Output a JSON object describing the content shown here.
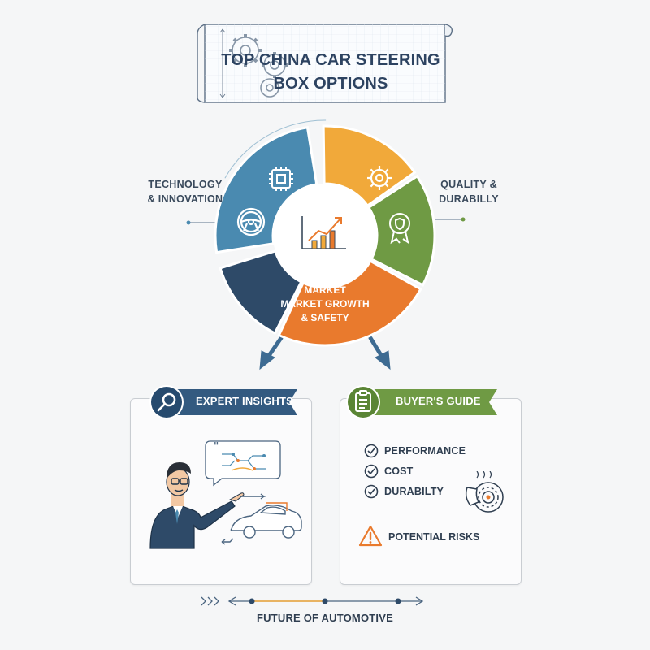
{
  "title": {
    "line1": "TOP CHINA CAR STEERING",
    "line2": "BOX OPTIONS"
  },
  "wheel": {
    "segments": [
      {
        "name": "technology-segment",
        "color": "#4a8ab0",
        "icon": "chip-icon"
      },
      {
        "name": "quality-segment",
        "color": "#f1a93a",
        "icon": "gear-icon"
      },
      {
        "name": "durability-segment",
        "color": "#6f9a44",
        "icon": "badge-icon"
      },
      {
        "name": "market-segment",
        "color": "#e97a2d",
        "icon": ""
      },
      {
        "name": "safety-segment",
        "color": "#2e4a68",
        "icon": "steering-wheel-icon"
      }
    ],
    "center_icon": "growth-chart-icon",
    "labels": {
      "tech_line1": "TECHNOLOGY",
      "tech_line2": "& INNOVATION",
      "quality_line1": "QUALITY &",
      "quality_line2": "DURABILLY",
      "market_line1": "MARKET",
      "market_line2": "MARKET GROWTH",
      "market_line3": "& SAFETY"
    }
  },
  "expert_card": {
    "title": "EXPERT INSIGHTS",
    "color": "#335a80",
    "icons": [
      "magnifier-icon",
      "businessman-icon",
      "speech-bubble-icon",
      "car-icon"
    ]
  },
  "guide_card": {
    "title": "BUYER'S GUIDE",
    "color": "#6f9a44",
    "items": [
      "PERFORMANCE",
      "COST",
      "DURABILTY"
    ],
    "risk": "POTENTIAL RISKS",
    "risk_color": "#e97a2d",
    "icons": [
      "clipboard-icon",
      "check-icon",
      "warning-icon",
      "brake-disc-icon"
    ]
  },
  "footer": {
    "text": "FUTURE OF AUTOMOTIVE"
  }
}
